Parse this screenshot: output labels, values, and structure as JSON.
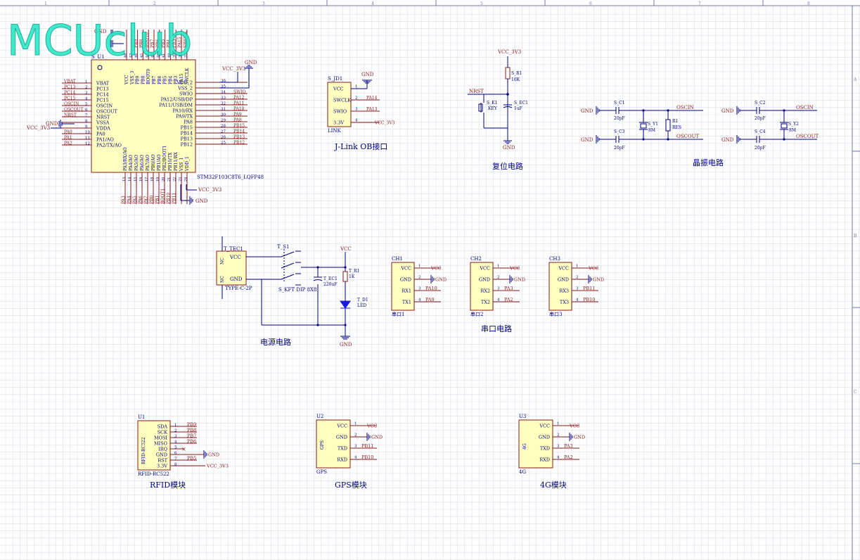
{
  "colors": {
    "grid": "#d9e0ec",
    "border": "#7a7aa8",
    "wire": "#000080",
    "pinwire": "#8b1a1a",
    "body_fill": "#ffffc0",
    "body_stroke": "#8b1a1a",
    "netlabel": "#8b1a1a",
    "text": "#000080",
    "watermark": "#2de8c8",
    "led": "#1a1ad8"
  },
  "border": {
    "columns": [
      "1",
      "2",
      "3",
      "4",
      "5",
      "6",
      "7",
      "8"
    ],
    "rows": [
      "A",
      "B",
      "C"
    ]
  },
  "watermark": "MCUclub",
  "mcu": {
    "designator": "S_U1",
    "part": "STM32F103C8T6_LQFP48",
    "left_pins": [
      {
        "name": "VBAT",
        "num": "1",
        "net": "VBAT"
      },
      {
        "name": "PC13",
        "num": "2",
        "net": "PC13"
      },
      {
        "name": "PC14",
        "num": "3",
        "net": "PC14"
      },
      {
        "name": "PC15",
        "num": "4",
        "net": "PC15"
      },
      {
        "name": "OSCIN",
        "num": "5",
        "net": "OSCIN"
      },
      {
        "name": "OSCOUT",
        "num": "6",
        "net": "OSCOUT"
      },
      {
        "name": "NRST",
        "num": "7",
        "net": "NRST"
      },
      {
        "name": "VSSA",
        "num": "8",
        "net": ""
      },
      {
        "name": "VDDA",
        "num": "9",
        "net": ""
      },
      {
        "name": "PA0",
        "num": "10",
        "net": "PA0"
      },
      {
        "name": "PA1/AO",
        "num": "11",
        "net": "PA1"
      },
      {
        "name": "PA2/TX/AO",
        "num": "12",
        "net": "PA2"
      }
    ],
    "right_pins": [
      {
        "name": "VDD_2",
        "num": "36",
        "net": ""
      },
      {
        "name": "VSS_2",
        "num": "35",
        "net": ""
      },
      {
        "name": "SWIO",
        "num": "34",
        "net": "SWIO"
      },
      {
        "name": "PA12/USB/DP",
        "num": "33",
        "net": "PA12"
      },
      {
        "name": "PA11/USB/DM",
        "num": "32",
        "net": "PA11"
      },
      {
        "name": "PA10/RX",
        "num": "31",
        "net": "PA10"
      },
      {
        "name": "PA9/TX",
        "num": "30",
        "net": "PA9"
      },
      {
        "name": "PA8",
        "num": "29",
        "net": "PA8"
      },
      {
        "name": "PB15",
        "num": "28",
        "net": "PB15"
      },
      {
        "name": "PB14",
        "num": "27",
        "net": "PB14"
      },
      {
        "name": "PB13",
        "num": "26",
        "net": "PB13"
      },
      {
        "name": "PB12",
        "num": "25",
        "net": "PB12"
      }
    ],
    "top_pins": [
      "VCC",
      "VSS_3",
      "PB9",
      "PB8",
      "BOOT0",
      "PB7",
      "PB6",
      "PB5",
      "PB4",
      "PB3",
      "PA15",
      "SWCLK"
    ],
    "top_nets": [
      "",
      "",
      "PB9",
      "PB8",
      "BOOT0",
      "PB7",
      "PB6",
      "PB5",
      "PB4",
      "PB3",
      "PA15",
      "SWCLK"
    ],
    "top_nums": [
      "48",
      "47",
      "46",
      "45",
      "44",
      "43",
      "42",
      "41",
      "40",
      "39",
      "38",
      "37"
    ],
    "bottom_pins": [
      "PA3/RX/AO",
      "PA4/AO",
      "PA5/AO",
      "PA6/AO",
      "PA7/AO",
      "PB0/AO",
      "PB1/AO",
      "PB2/BOOT1",
      "PB10/TX",
      "PB11/RX",
      "VSS_1",
      "VDD_1"
    ],
    "bottom_nets": [
      "PA3",
      "PA4",
      "PA5",
      "PA6",
      "PA7",
      "PB0",
      "PB1",
      "BOOT1",
      "PB10",
      "PB11",
      "",
      ""
    ],
    "bottom_nums": [
      "13",
      "14",
      "15",
      "16",
      "17",
      "18",
      "19",
      "20",
      "21",
      "22",
      "23",
      "24"
    ],
    "vcc_left": "VCC_3V3",
    "vcc_top": "VCC_3V3",
    "gnd_top": "GND",
    "vcc_bottom": "VCC_3V3",
    "gnd_bottom": "GND",
    "gnd_left": "GND",
    "cap_gnd": "GND"
  },
  "jlink": {
    "designator": "S_JD1",
    "part": "LINK",
    "pins": [
      {
        "name": "VCC",
        "num": "1",
        "net": ""
      },
      {
        "name": "SWCLK",
        "num": "2",
        "net": "PA14"
      },
      {
        "name": "SWIO",
        "num": "3",
        "net": "PA13"
      },
      {
        "name": "3.3V",
        "num": "4",
        "net": "VCC_3V3"
      }
    ],
    "gnd": "GND",
    "title": "J-Link OB接口"
  },
  "reset": {
    "vcc": "VCC_3V3",
    "resistor": "S_R1",
    "res_value": "10K",
    "nrst": "NRST",
    "key": "S_K1",
    "key_label": "KEY",
    "cap": "S_EC1",
    "cap_value": "1uF",
    "gnd": "GND",
    "title": "复位电路"
  },
  "crystal": {
    "title": "晶振电路",
    "c1": "S_C1",
    "c1v": "20pF",
    "c3": "S_C3",
    "c3v": "20pF",
    "y1": "S_Y1",
    "y1v": "8M",
    "r1": "R1",
    "r1v": "RES",
    "c2": "S_C2",
    "c2v": "20pF",
    "c4": "S_C4",
    "c4v": "20pF",
    "y2": "S_Y2",
    "y2v": "8M",
    "oscin": "OSCIN",
    "oscout": "OSCOUT",
    "gnd": "GND"
  },
  "power": {
    "title": "电源电路",
    "conn": "T_TEC1",
    "conn_part": "TYPE-C-2P",
    "conn_pins": [
      "VCC",
      "GND"
    ],
    "conn_side": [
      "NC",
      "NC"
    ],
    "sw": "T_S1",
    "sw_part": "S_KFT DIP 8X8",
    "cap": "T_EC1",
    "cap_value": "220uF",
    "res": "T_R1",
    "res_value": "1K",
    "led": "T_D1",
    "led_label": "LED",
    "vcc": "VCC",
    "gnd": "GND"
  },
  "uart": {
    "title": "串口电路",
    "headers": [
      {
        "designator": "CH1",
        "part": "串口1",
        "pins": [
          {
            "name": "VCC",
            "num": "1",
            "net": "VCC"
          },
          {
            "name": "GND",
            "num": "2",
            "net": "GND"
          },
          {
            "name": "RX1",
            "num": "3",
            "net": "PA10"
          },
          {
            "name": "TX1",
            "num": "4",
            "net": "PA9"
          }
        ]
      },
      {
        "designator": "CH2",
        "part": "串口2",
        "pins": [
          {
            "name": "VCC",
            "num": "1",
            "net": "VCC"
          },
          {
            "name": "GND",
            "num": "2",
            "net": "GND"
          },
          {
            "name": "RX2",
            "num": "3",
            "net": "PA3"
          },
          {
            "name": "TX2",
            "num": "4",
            "net": "PA2"
          }
        ]
      },
      {
        "designator": "CH3",
        "part": "串口3",
        "pins": [
          {
            "name": "VCC",
            "num": "1",
            "net": "VCC"
          },
          {
            "name": "GND",
            "num": "2",
            "net": "GND"
          },
          {
            "name": "RX3",
            "num": "3",
            "net": "PB11"
          },
          {
            "name": "TX3",
            "num": "4",
            "net": "PB10"
          }
        ]
      }
    ]
  },
  "rfid": {
    "designator": "U1",
    "part": "RFID-RC522",
    "side": "RFID-RC522",
    "title": "RFID模块",
    "pins": [
      {
        "name": "SDA",
        "num": "1",
        "net": "PB9"
      },
      {
        "name": "SCK",
        "num": "2",
        "net": "PB8"
      },
      {
        "name": "MOSI",
        "num": "3",
        "net": "PB7"
      },
      {
        "name": "MISO",
        "num": "4",
        "net": "PB6"
      },
      {
        "name": "IRQ",
        "num": "5",
        "net": ""
      },
      {
        "name": "GND",
        "num": "6",
        "net": "GND"
      },
      {
        "name": "RST",
        "num": "7",
        "net": "PB5"
      },
      {
        "name": "3.3V",
        "num": "8",
        "net": "VCC_3V3"
      }
    ]
  },
  "gps": {
    "designator": "U2",
    "part": "GPS",
    "side": "GPS",
    "title": "GPS模块",
    "pins": [
      {
        "name": "VCC",
        "num": "1",
        "net": "VCC"
      },
      {
        "name": "GND",
        "num": "2",
        "net": "GND"
      },
      {
        "name": "TXD",
        "num": "3",
        "net": "PB11"
      },
      {
        "name": "RXD",
        "num": "4",
        "net": "PB10"
      }
    ]
  },
  "g4": {
    "designator": "U3",
    "part": "4G",
    "side": "4G",
    "title": "4G模块",
    "pins": [
      {
        "name": "VCC",
        "num": "1",
        "net": "VCC"
      },
      {
        "name": "GND",
        "num": "2",
        "net": "GND"
      },
      {
        "name": "TXD",
        "num": "3",
        "net": "PA3"
      },
      {
        "name": "RXD",
        "num": "4",
        "net": "PA2"
      }
    ]
  }
}
